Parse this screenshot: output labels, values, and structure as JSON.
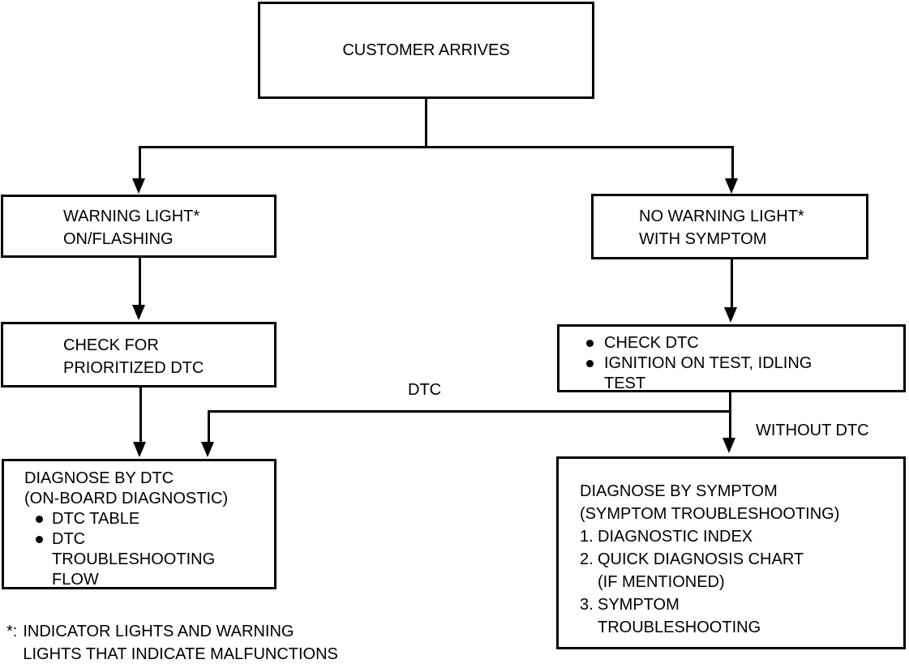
{
  "nodes": {
    "customer_arrives": {
      "text": "CUSTOMER ARRIVES"
    },
    "warning_light": {
      "text": "WARNING LIGHT*\nON/FLASHING"
    },
    "no_warning_light": {
      "text": "NO WARNING LIGHT*\nWITH SYMPTOM"
    },
    "check_prioritized_dtc": {
      "text": "CHECK FOR\nPRIORITIZED DTC"
    },
    "check_dtc": {
      "bullets": [
        "CHECK DTC",
        "IGNITION ON TEST, IDLING\nTEST"
      ]
    },
    "diagnose_by_dtc": {
      "heading": "DIAGNOSE BY DTC\n(ON-BOARD DIAGNOSTIC)",
      "bullets": [
        "DTC TABLE",
        "DTC\nTROUBLESHOOTING\nFLOW"
      ]
    },
    "diagnose_by_symptom": {
      "heading": "DIAGNOSE BY SYMPTOM\n(SYMPTOM TROUBLESHOOTING)",
      "items": [
        {
          "num": "1.",
          "text": "DIAGNOSTIC INDEX"
        },
        {
          "num": "2.",
          "text": "QUICK DIAGNOSIS CHART\n(IF MENTIONED)"
        },
        {
          "num": "3.",
          "text": "SYMPTOM\nTROUBLESHOOTING"
        }
      ]
    }
  },
  "edge_labels": {
    "dtc": "DTC",
    "without_dtc": "WITHOUT DTC"
  },
  "footnote": {
    "marker": "*:",
    "text": "INDICATOR LIGHTS AND WARNING\nLIGHTS THAT INDICATE MALFUNCTIONS"
  },
  "colors": {
    "line": "#000000",
    "background": "#ffffff"
  }
}
